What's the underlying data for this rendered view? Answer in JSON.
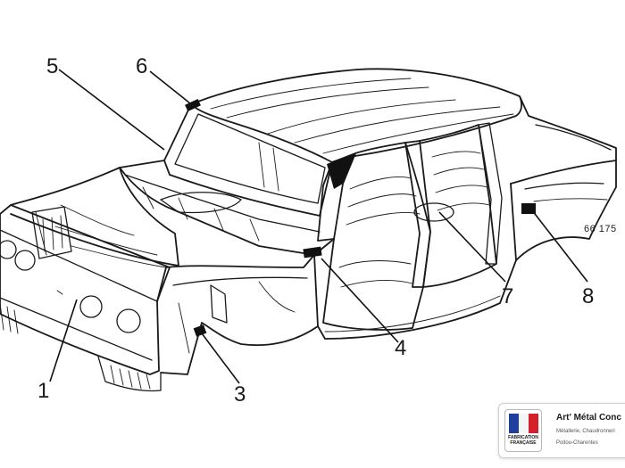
{
  "callouts": [
    {
      "id": "1",
      "label": "1"
    },
    {
      "id": "3",
      "label": "3"
    },
    {
      "id": "4",
      "label": "4"
    },
    {
      "id": "5",
      "label": "5"
    },
    {
      "id": "6",
      "label": "6"
    },
    {
      "id": "7",
      "label": "7"
    },
    {
      "id": "8",
      "label": "8"
    }
  ],
  "reference_code": "66 175",
  "brand": {
    "badge_line1": "FABRICATION",
    "badge_line2": "FRANÇAISE",
    "name": "Art' Métal Conc",
    "tagline": "Métallerie, Chaudronneri",
    "region": "Poitou-Charentes"
  },
  "colors": {
    "line": "#1a1a1a",
    "background": "#ffffff",
    "flag_blue": "#1f3f9e",
    "flag_red": "#d3202a"
  }
}
